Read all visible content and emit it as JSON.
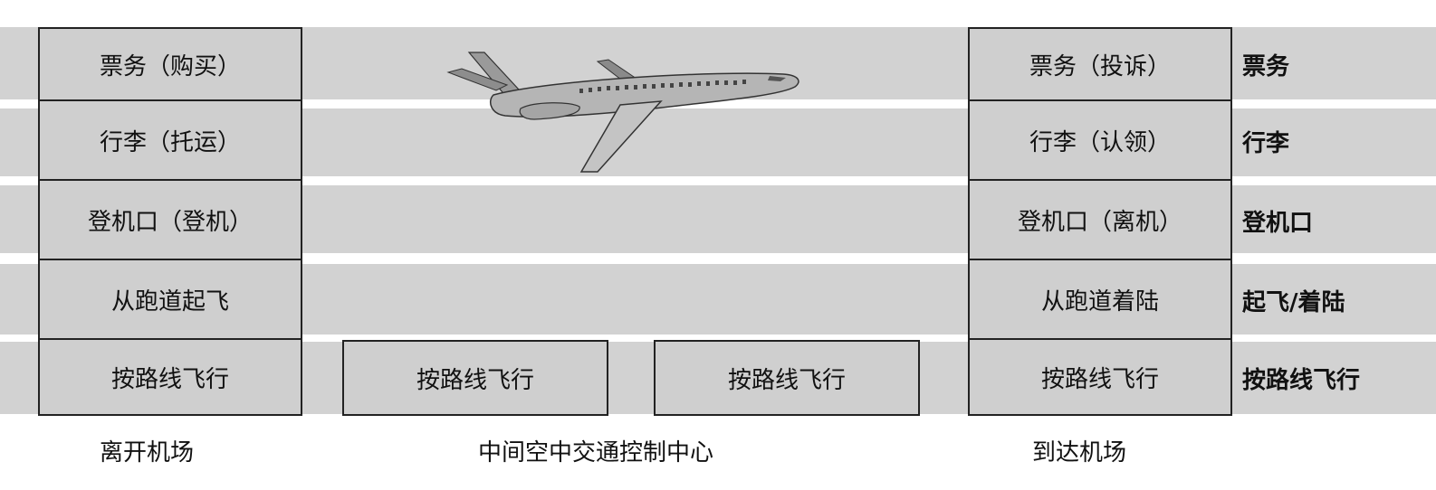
{
  "left_stack": [
    "票务（购买）",
    "行李（托运）",
    "登机口（登机）",
    "从跑道起飞",
    "按路线飞行"
  ],
  "right_stack": [
    "票务（投诉）",
    "行李（认领）",
    "登机口（离机）",
    "从跑道着陆",
    "按路线飞行"
  ],
  "layer_labels": [
    "票务",
    "行李",
    "登机口",
    "起飞/着陆",
    "按路线飞行"
  ],
  "middle_boxes": [
    "按路线飞行",
    "按路线飞行"
  ],
  "captions": {
    "departure": "离开机场",
    "intermediate": "中间空中交通控制中心",
    "arrival": "到达机场"
  }
}
